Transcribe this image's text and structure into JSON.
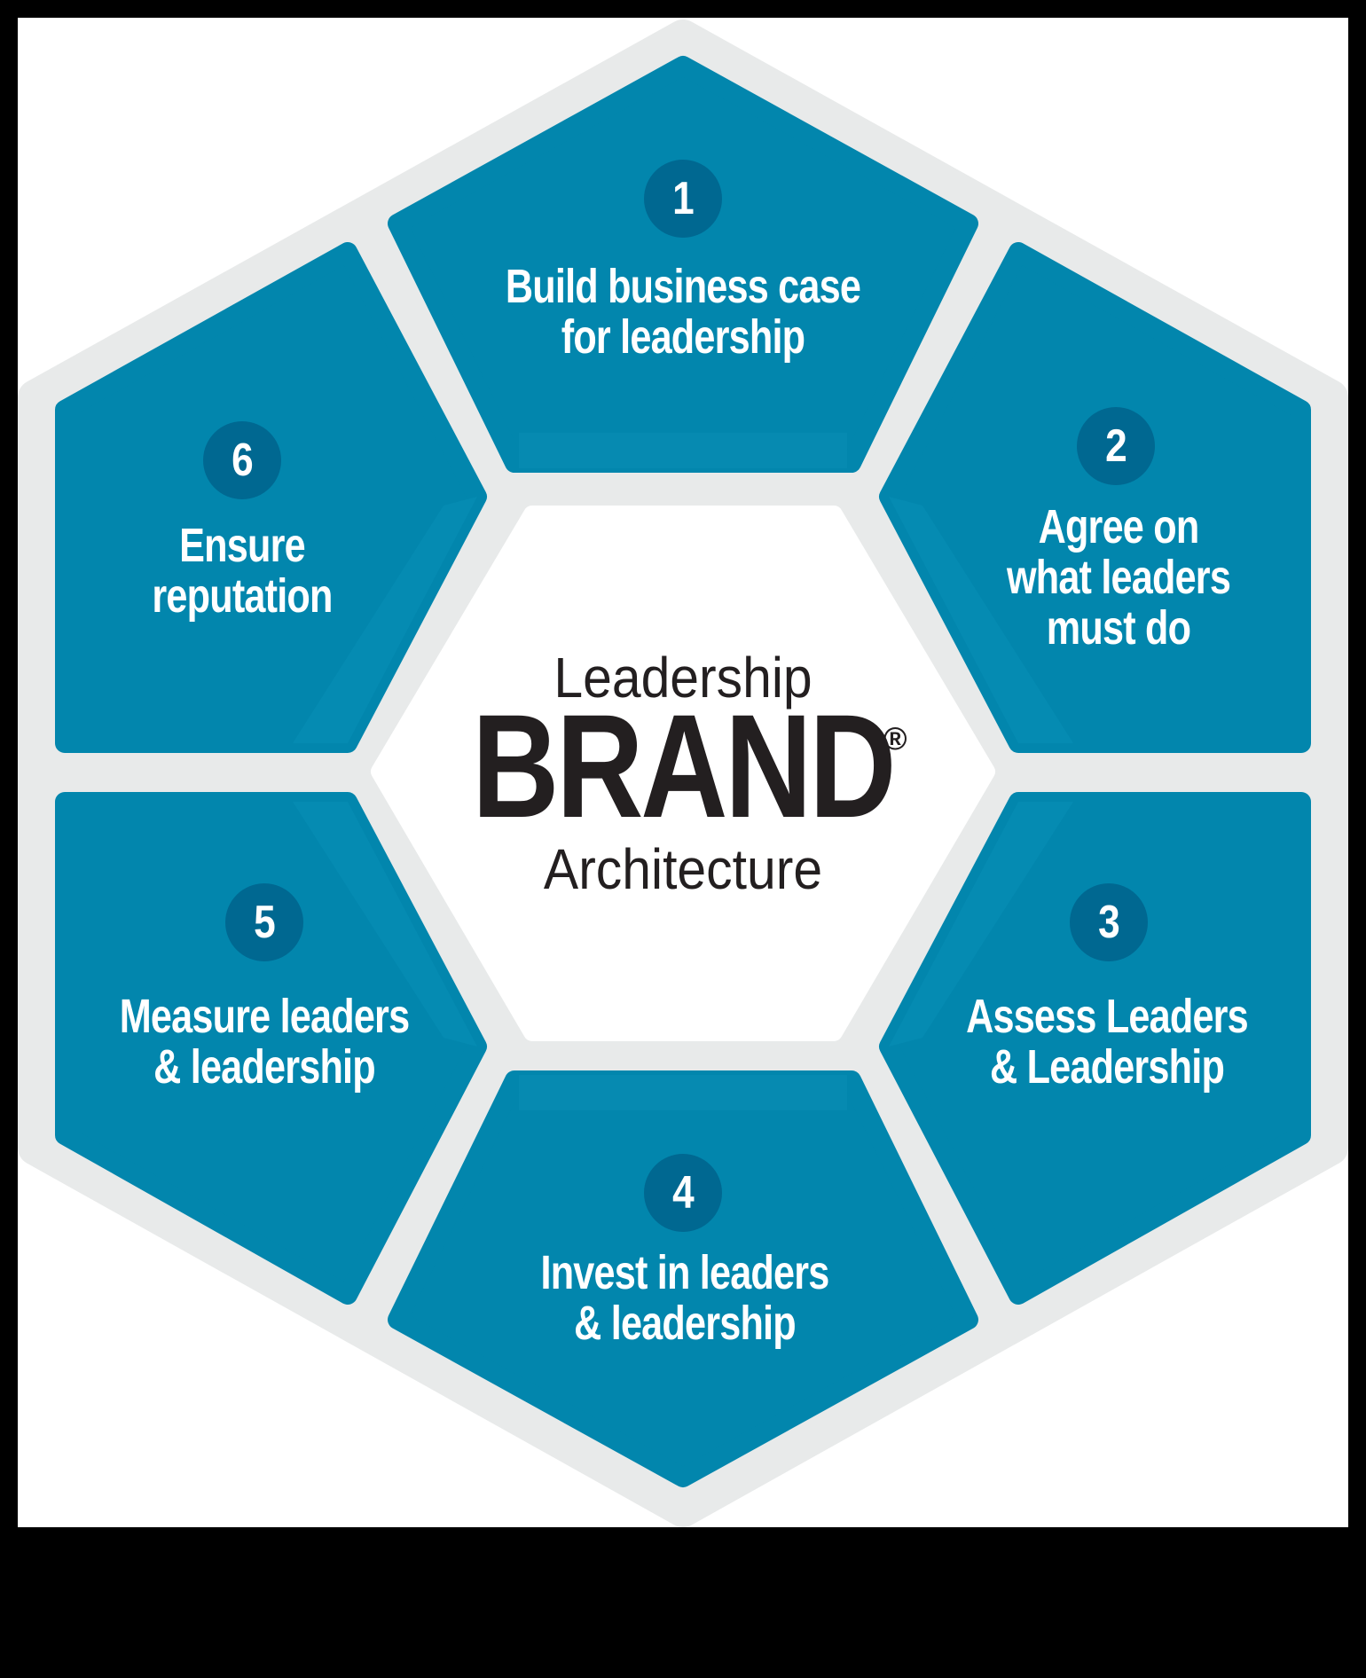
{
  "diagram": {
    "type": "hexagonal-cycle",
    "center": {
      "line1": "Leadership",
      "line2": "BRAND",
      "registered_mark": "®",
      "line3": "Architecture"
    },
    "steps": [
      {
        "number": "1",
        "lines": [
          "Build business case",
          "for leadership"
        ]
      },
      {
        "number": "2",
        "lines": [
          "Agree on",
          "what leaders",
          "must do"
        ]
      },
      {
        "number": "3",
        "lines": [
          "Assess Leaders",
          "& Leadership"
        ]
      },
      {
        "number": "4",
        "lines": [
          "Invest in leaders",
          "& leadership"
        ]
      },
      {
        "number": "5",
        "lines": [
          "Measure leaders",
          "& leadership"
        ]
      },
      {
        "number": "6",
        "lines": [
          "Ensure",
          "reputation"
        ]
      }
    ],
    "colors": {
      "segment": "#0286AD",
      "segment_highlight": "#0A90B6",
      "badge": "#006891",
      "ring": "#E8EAEA",
      "center_bg": "#FFFFFF",
      "center_text": "#231F20",
      "label_text": "#FFFFFF",
      "frame": "#000000"
    }
  }
}
